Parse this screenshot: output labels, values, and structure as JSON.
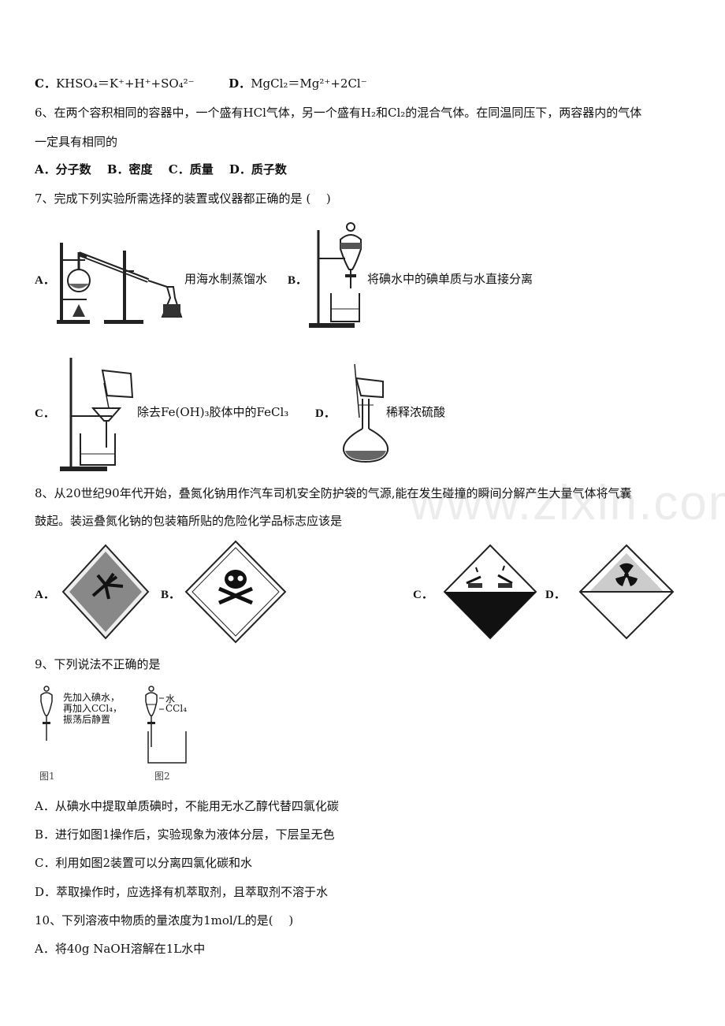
{
  "watermark": "www.zixin.com.cn",
  "q5": {
    "optC_label": "C．",
    "optC_text": "KHSO₄＝K⁺+H⁺+SO₄²⁻",
    "optD_label": "D．",
    "optD_text": "MgCl₂＝Mg²⁺+2Cl⁻"
  },
  "q6": {
    "stem_l1": "6、在两个容积相同的容器中，一个盛有HCl气体，另一个盛有H₂和Cl₂的混合气体。在同温同压下，两容器内的气体",
    "stem_l2": "一定具有相同的",
    "options": "A．分子数　 B．密度　 C．质量　 D．质子数"
  },
  "q7": {
    "stem": "7、完成下列实验所需选择的装置或仪器都正确的是 (　 )",
    "A_label": "A．",
    "A_caption": "用海水制蒸馏水",
    "B_label": "B．",
    "B_caption": "将碘水中的碘单质与水直接分离",
    "C_label": "C．",
    "C_caption": "除去Fe(OH)₃胶体中的FeCl₃",
    "D_label": "D．",
    "D_caption": "稀释浓硫酸"
  },
  "q8": {
    "stem_l1": "8、从20世纪90年代开始，叠氮化钠用作汽车司机安全防护袋的气源,能在发生碰撞的瞬间分解产生大量气体将气囊",
    "stem_l2": "鼓起。装运叠氮化钠的包装箱所贴的危险化学品标志应该是",
    "A_label": "A．",
    "B_label": "B．",
    "C_label": "C．",
    "D_label": "D．"
  },
  "q9": {
    "stem": "9、下列说法不正确的是",
    "fig1_note_l1": "先加入碘水，",
    "fig1_note_l2": "再加入CCl₄，",
    "fig1_note_l3": "振荡后静置",
    "fig2_label_top": "水",
    "fig2_label_bottom": "CCl₄",
    "fig1_caption": "图1",
    "fig2_caption": "图2",
    "optA": "A．从碘水中提取单质碘时，不能用无水乙醇代替四氯化碳",
    "optB": "B．进行如图1操作后，实验现象为液体分层，下层呈无色",
    "optC": "C．利用如图2装置可以分离四氯化碳和水",
    "optD": "D．萃取操作时，应选择有机萃取剂，且萃取剂不溶于水"
  },
  "q10": {
    "stem": "10、下列溶液中物质的量浓度为1mol/L的是(　 )",
    "optA": "A．将40g NaOH溶解在1L水中"
  }
}
